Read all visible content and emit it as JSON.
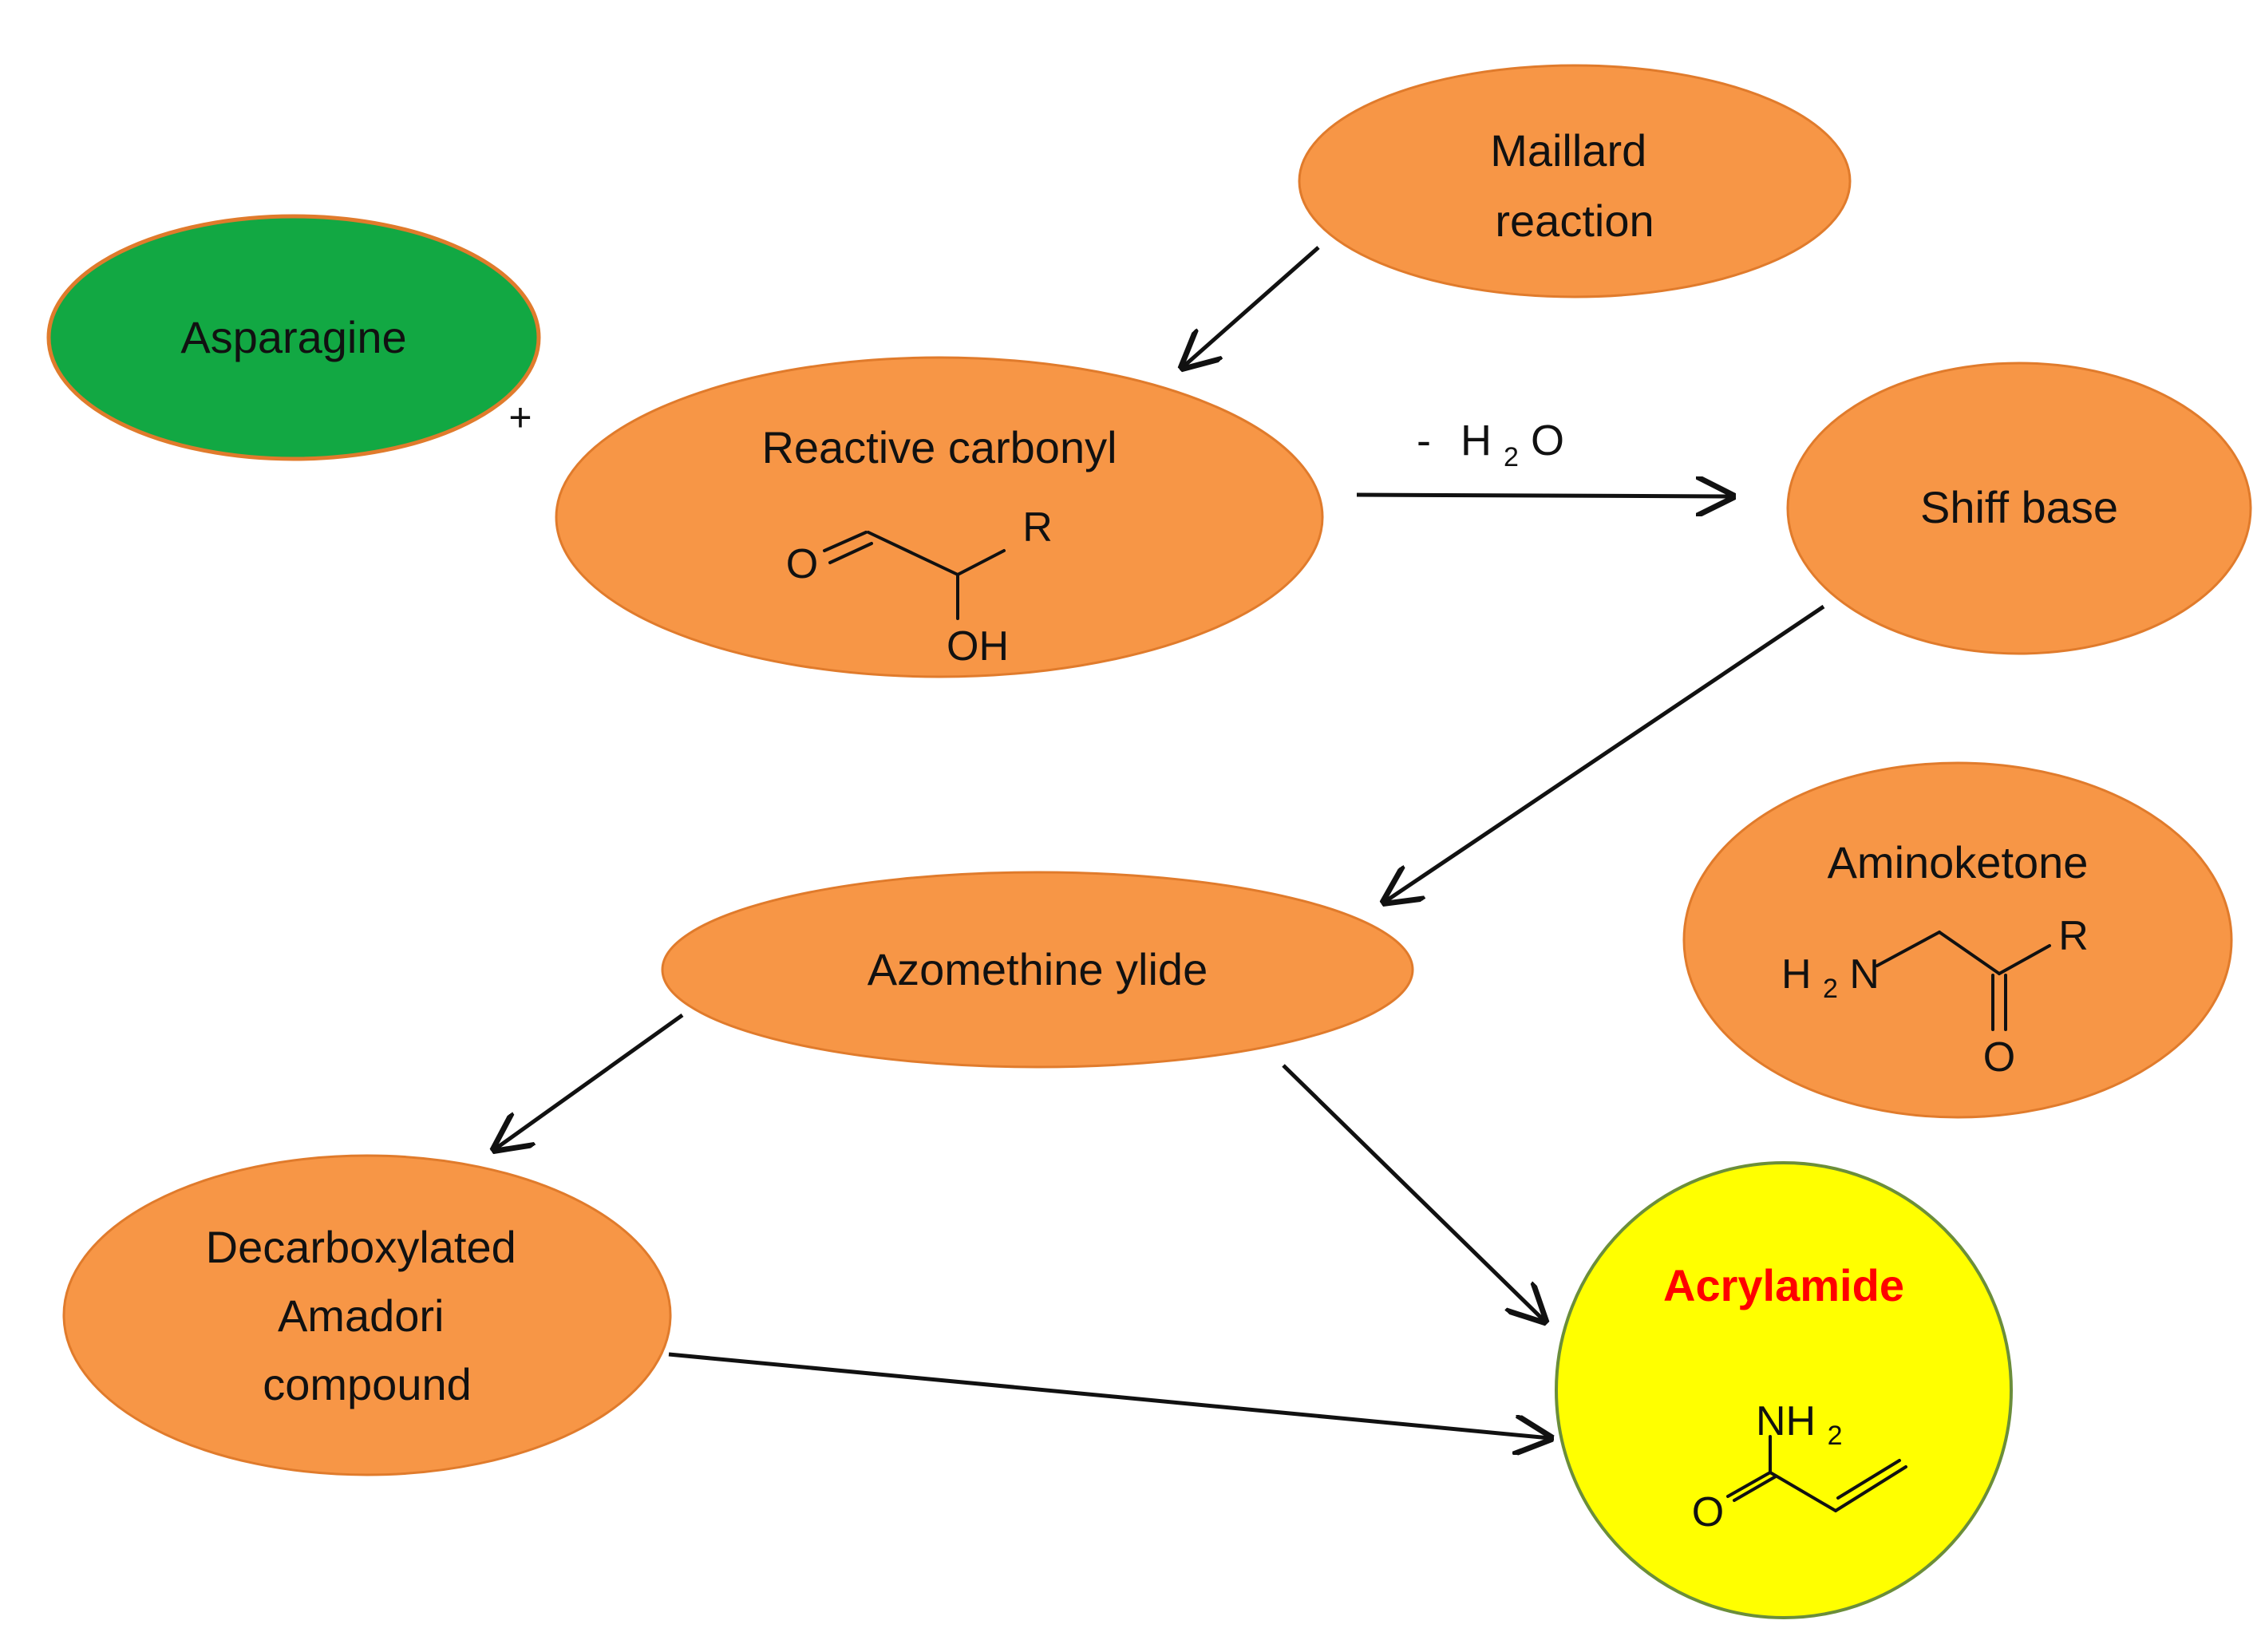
{
  "nodes": {
    "maillard": {
      "lines": [
        "Maillard",
        "reaction"
      ],
      "fill": "#F79646",
      "stroke": "#E07B2C"
    },
    "asparagine": {
      "lines": [
        "Asparagine"
      ],
      "fill": "#12A843",
      "stroke": "#E07B2C"
    },
    "reactive_carbonyl": {
      "lines": [
        "Reactive carbonyl"
      ],
      "fill": "#F79646",
      "stroke": "#E07B2C"
    },
    "shiff_base": {
      "lines": [
        "Shiff base"
      ],
      "fill": "#F79646",
      "stroke": "#E07B2C"
    },
    "azomethine": {
      "lines": [
        "Azomethine ylide"
      ],
      "fill": "#F79646",
      "stroke": "#E07B2C"
    },
    "aminoketone": {
      "lines": [
        "Aminoketone"
      ],
      "fill": "#F79646",
      "stroke": "#E07B2C"
    },
    "decarboxylated": {
      "lines": [
        "Decarboxylated",
        "Amadori",
        "compound"
      ],
      "fill": "#F79646",
      "stroke": "#E07B2C"
    },
    "acrylamide": {
      "lines": [
        "Acrylamide"
      ],
      "fill": "#FFFF00",
      "stroke": "#6B8E3A",
      "text_color": "#FF0000"
    }
  },
  "symbols": {
    "plus": "+",
    "minus": "-",
    "water_h": "H",
    "water_sub": "2",
    "water_o": "O"
  },
  "structures": {
    "carbonyl": {
      "o": "O",
      "r": "R",
      "oh": "OH"
    },
    "aminoketone": {
      "h": "H",
      "sub": "2",
      "n": "N",
      "r": "R",
      "o": "O"
    },
    "acrylamide": {
      "nh": "NH",
      "sub": "2",
      "o": "O"
    }
  }
}
